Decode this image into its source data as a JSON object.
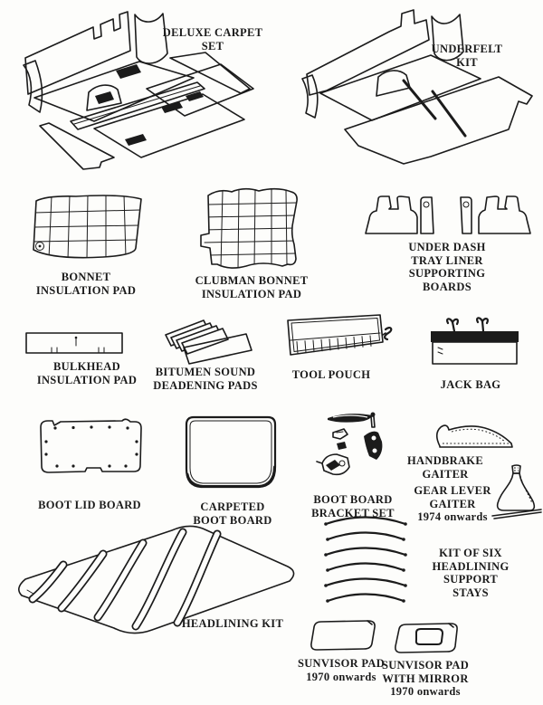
{
  "page": {
    "background": "#fdfdfb",
    "ink": "#1b1b1b",
    "description": "Parts catalogue page of interior trim kits with line illustrations"
  },
  "items": [
    {
      "name": "deluxe-carpet-set",
      "label": "DELUXE CARPET\nSET"
    },
    {
      "name": "underfelt-kit",
      "label": "UNDERFELT\nKIT"
    },
    {
      "name": "bonnet-insulation-pad",
      "label": "BONNET\nINSULATION PAD"
    },
    {
      "name": "clubman-bonnet-insulation-pad",
      "label": "CLUBMAN BONNET\nINSULATION PAD"
    },
    {
      "name": "under-dash-tray-liner-supporting-boards",
      "label": "UNDER DASH TRAY LINER\nSUPPORTING BOARDS"
    },
    {
      "name": "bulkhead-insulation-pad",
      "label": "BULKHEAD\nINSULATION PAD"
    },
    {
      "name": "bitumen-sound-deadening-pads",
      "label": "BITUMEN SOUND\nDEADENING PADS"
    },
    {
      "name": "tool-pouch",
      "label": "TOOL POUCH"
    },
    {
      "name": "jack-bag",
      "label": "JACK BAG"
    },
    {
      "name": "boot-lid-board",
      "label": "BOOT LID BOARD"
    },
    {
      "name": "carpeted-boot-board",
      "label": "CARPETED\nBOOT BOARD"
    },
    {
      "name": "boot-board-bracket-set",
      "label": "BOOT BOARD\nBRACKET SET"
    },
    {
      "name": "handbrake-gaiter",
      "label": "HANDBRAKE\nGAITER"
    },
    {
      "name": "gear-lever-gaiter",
      "label": "GEAR LEVER\nGAITER\n1974 onwards"
    },
    {
      "name": "headlining-kit",
      "label": "HEADLINING KIT"
    },
    {
      "name": "kit-of-six-headlining-support-stays",
      "label": "KIT OF SIX HEADLINING\nSUPPORT STAYS"
    },
    {
      "name": "sunvisor-pad",
      "label": "SUNVISOR PAD\n1970 onwards"
    },
    {
      "name": "sunvisor-pad-with-mirror",
      "label": "SUNVISOR PAD\nWITH MIRROR\n1970 onwards"
    }
  ]
}
